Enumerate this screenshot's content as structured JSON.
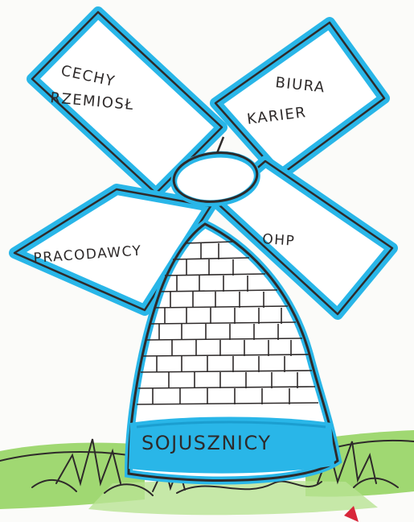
{
  "blades": {
    "top_left": "CECHY",
    "top_left_line2": "RZEMIOSŁ",
    "top_right": "BIURA",
    "top_right_line2": "KARIER",
    "bottom_left": "PRACODAWCY",
    "bottom_right": "OHP"
  },
  "base_label": "SOJUSZNICY",
  "colors": {
    "ink": "#2e2a2a",
    "accent": "#29b6e8",
    "grass": "#7ac943",
    "paper": "#fbfbf9"
  }
}
